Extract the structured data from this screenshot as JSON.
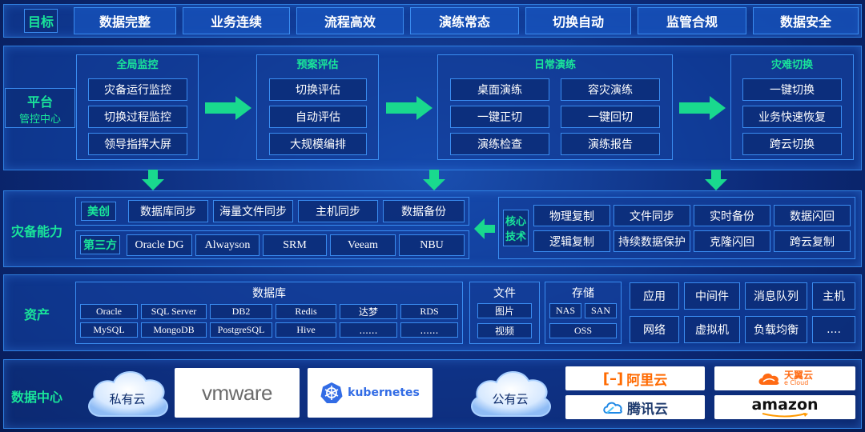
{
  "goal": {
    "label": "目标",
    "items": [
      "数据完整",
      "业务连续",
      "流程高效",
      "演练常态",
      "切换自动",
      "监管合规",
      "数据安全"
    ]
  },
  "platform": {
    "label_line1": "平台",
    "label_line2": "管控中心",
    "global_monitor": {
      "title": "全局监控",
      "items": [
        "灾备运行监控",
        "切换过程监控",
        "领导指挥大屏"
      ]
    },
    "plan_eval": {
      "title": "预案评估",
      "items": [
        "切换评估",
        "自动评估",
        "大规模编排"
      ]
    },
    "daily_drill": {
      "title": "日常演练",
      "items": [
        "桌面演练",
        "容灾演练",
        "一键正切",
        "一键回切",
        "演练检查",
        "演练报告"
      ]
    },
    "disaster_switch": {
      "title": "灾难切换",
      "items": [
        "一键切换",
        "业务快速恢复",
        "跨云切换"
      ]
    }
  },
  "capability": {
    "label": "灾备能力",
    "meichuang": {
      "label": "美创",
      "items": [
        "数据库同步",
        "海量文件同步",
        "主机同步",
        "数据备份"
      ]
    },
    "third_party": {
      "label": "第三方",
      "items": [
        "Oracle DG",
        "Alwayson",
        "SRM",
        "Veeam",
        "NBU"
      ]
    },
    "core_tech": {
      "label_line1": "核心",
      "label_line2": "技术",
      "items": [
        "物理复制",
        "文件同步",
        "实时备份",
        "数据闪回",
        "逻辑复制",
        "持续数据保护",
        "克隆闪回",
        "跨云复制"
      ]
    }
  },
  "assets": {
    "label": "资产",
    "database": {
      "title": "数据库",
      "items": [
        "Oracle",
        "SQL Server",
        "DB2",
        "Redis",
        "达梦",
        "RDS",
        "MySQL",
        "MongoDB",
        "PostgreSQL",
        "Hive",
        "......",
        "......"
      ]
    },
    "file": {
      "title": "文件",
      "items": [
        "图片",
        "视频"
      ]
    },
    "storage": {
      "title": "存储",
      "items": [
        "NAS",
        "SAN",
        "OSS"
      ]
    },
    "others": [
      "应用",
      "中间件",
      "消息队列",
      "主机",
      "网络",
      "虚拟机",
      "负载均衡",
      "...."
    ]
  },
  "datacenter": {
    "label": "数据中心",
    "private_cloud": "私有云",
    "public_cloud": "公有云",
    "vmware": "vmware",
    "kubernetes": "kubernetes",
    "aliyun": "阿里云",
    "tianyi": "天翼云",
    "tianyi_sub": "e Cloud",
    "tencent": "腾讯云",
    "amazon": "amazon"
  },
  "colors": {
    "accent_green": "#19e59a",
    "box_blue": "#1e5ac8",
    "border_blue": "#3a8cf0"
  }
}
